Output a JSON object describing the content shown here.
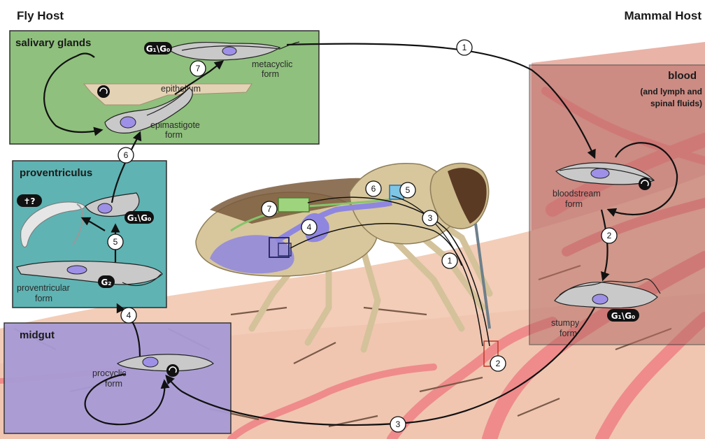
{
  "headers": {
    "fly_host": "Fly Host",
    "mammal_host": "Mammal Host"
  },
  "boxes": {
    "salivary_glands": {
      "title": "salivary glands",
      "epithelium": "epithelium",
      "metacyclic_line1": "metacyclic",
      "metacyclic_line2": "form",
      "epimastigote_line1": "epimastigote",
      "epimastigote_line2": "form",
      "cell_cycle": "G₁\\G₀",
      "color": "#8fc07d"
    },
    "proventriculus": {
      "title": "proventriculus",
      "death": "✝?",
      "cell_cycle_upper": "G₁\\G₀",
      "cell_cycle_lower": "G₂",
      "proventricular_line1": "proventricular",
      "proventricular_line2": "form",
      "color": "#5fb3b3"
    },
    "midgut": {
      "title": "midgut",
      "procyclic_line1": "procyclic",
      "procyclic_line2": "form",
      "color": "#a89bd6"
    },
    "blood": {
      "title": "blood",
      "subtitle_line1": "(and lymph and",
      "subtitle_line2": "spinal fluids)",
      "bloodstream_line1": "bloodstream",
      "bloodstream_line2": "form",
      "stumpy_line1": "stumpy",
      "stumpy_line2": "form",
      "cell_cycle": "G₁\\G₀",
      "color": "#c48a86"
    }
  },
  "steps": [
    "1",
    "2",
    "3",
    "4",
    "5",
    "6",
    "7"
  ],
  "icons": {
    "replication": "replication-cycle-icon",
    "death": "death-cross-icon"
  }
}
